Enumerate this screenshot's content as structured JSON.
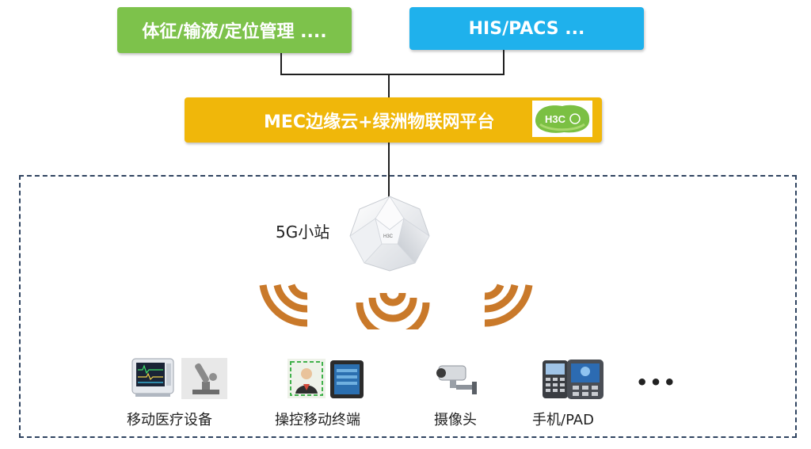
{
  "top_boxes": {
    "vitals_label": "体征/输液/定位管理 ....",
    "his_label": "HIS/PACS ..."
  },
  "platform": {
    "label": "MEC边缘云+绿洲物联网平台",
    "logo_text": "H3C"
  },
  "station": {
    "label": "5G小站",
    "device_text": "H3C"
  },
  "devices": [
    {
      "label": "移动医疗设备"
    },
    {
      "label": "操控移动终端"
    },
    {
      "label": "摄像头"
    },
    {
      "label": "手机/PAD"
    }
  ],
  "more": "•••",
  "colors": {
    "vitals_box": "#7dc24b",
    "his_box": "#1fb1ec",
    "platform_box": "#f0b70a",
    "wave": "#c9792a",
    "dashed_border": "#2f4360"
  },
  "icons": [
    "medical-monitor-icon",
    "microscope-icon",
    "face-id-terminal-icon",
    "tablet-terminal-icon",
    "camera-icon",
    "phone-icon",
    "pad-icon",
    "wireless-wave-icon",
    "5g-station-icon",
    "h3c-logo-icon"
  ]
}
